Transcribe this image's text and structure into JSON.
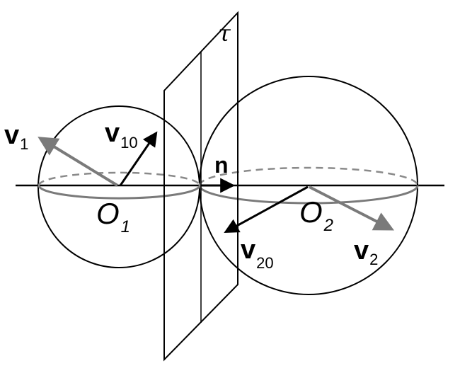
{
  "labels": {
    "plane": "τ",
    "normal": "n",
    "v1": {
      "main": "v",
      "sub": "1"
    },
    "v10": {
      "main": "v",
      "sub": "10"
    },
    "v2": {
      "main": "v",
      "sub": "2"
    },
    "v20": {
      "main": "v",
      "sub": "20"
    },
    "o1": {
      "main": "O",
      "sub": "1"
    },
    "o2": {
      "main": "O",
      "sub": "2"
    }
  },
  "colors": {
    "stroke": "#000000",
    "gray": "#7a7a7a"
  }
}
